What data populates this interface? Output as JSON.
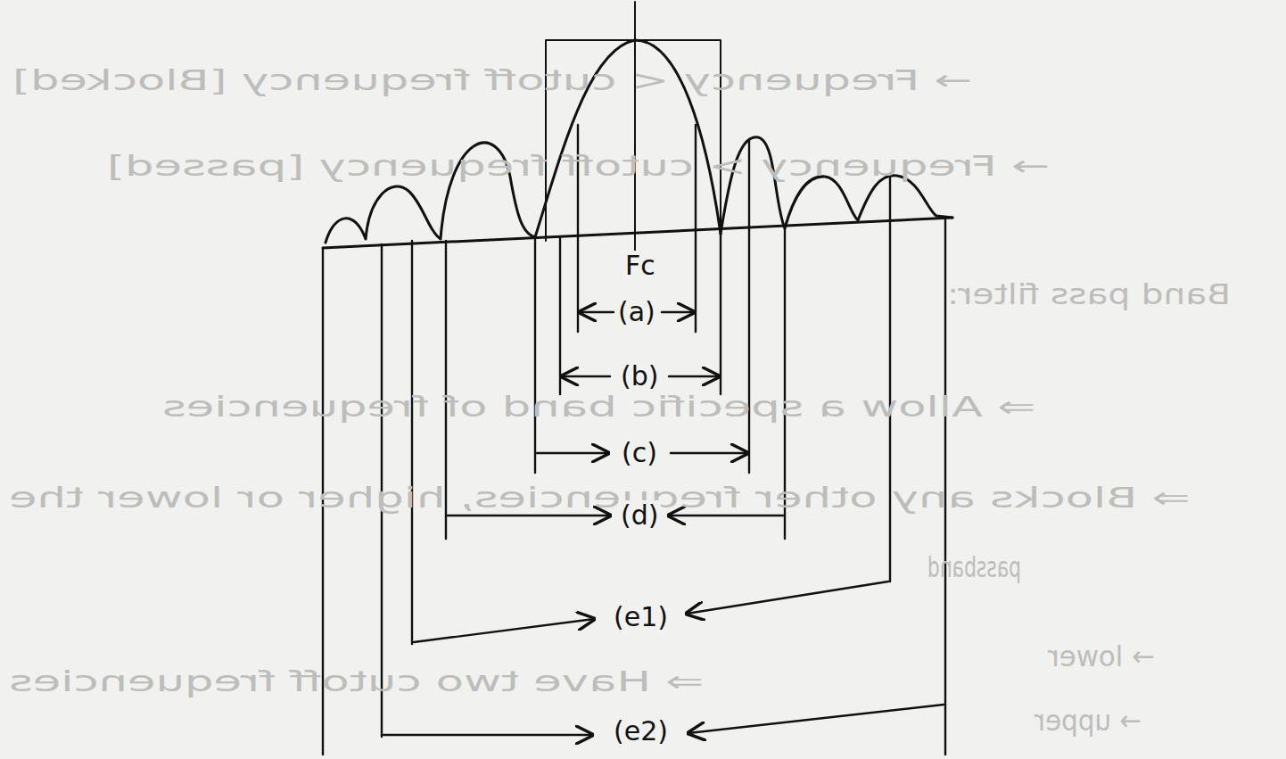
{
  "diagram": {
    "labels": [
      "→ Frequency < cutoff frequency [Blocked]",
      "→ Frequency > cutoff frequency [passed]",
      "Fc",
      "Band pass filter:",
      "(a)",
      "(b)",
      "⇒ Allow a specific band of frequencies",
      "(c)",
      "⇒ Blocks any other frequencies, higher or lower the",
      "(d)",
      "passband",
      "(e1)",
      "→ lower",
      "⇒ Have two cutoff frequencies",
      "→ upper",
      "(e2)"
    ]
  }
}
